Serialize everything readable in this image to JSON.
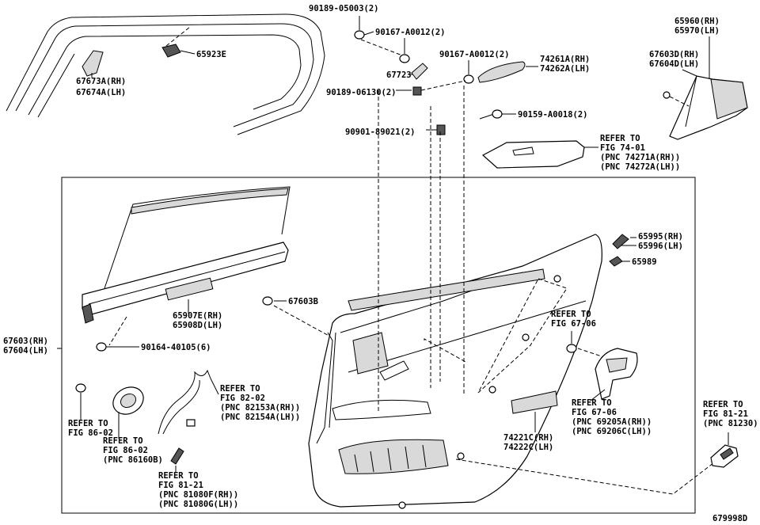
{
  "diagram_id": "679998D",
  "labels": {
    "p90189_05003": "90189-05003(2)",
    "p90167_a0012_a": "90167-A0012(2)",
    "p90167_a0012_b": "90167-A0012(2)",
    "p67723": "67723",
    "p74261a": "74261A(RH)",
    "p74262a": "74262A(LH)",
    "p90189_06130": "90189-06130(2)",
    "p90159_a0018": "90159-A0018(2)",
    "p90901_89021": "90901-89021(2)",
    "p65960": "65960(RH)",
    "p65970": "65970(LH)",
    "p67603d": "67603D(RH)",
    "p67604d": "67604D(LH)",
    "p65923e": "65923E",
    "p67673a": "67673A(RH)",
    "p67674a": "67674A(LH)",
    "ref_74_01_a": "REFER TO",
    "ref_74_01_b": "FIG 74-01",
    "ref_74_01_c": "(PNC 74271A(RH))",
    "ref_74_01_d": "(PNC 74272A(LH))",
    "p65995": "65995(RH)",
    "p65996": "65996(LH)",
    "p65989": "65989",
    "p67603b": "67603B",
    "p65907e": "65907E(RH)",
    "p65908d": "65908D(LH)",
    "p67603": "67603(RH)",
    "p67604": "67604(LH)",
    "p90164_40105": "90164-40105(6)",
    "ref_67_06a_a": "REFER TO",
    "ref_67_06a_b": "FIG 67-06",
    "ref_82_02_a": "REFER TO",
    "ref_82_02_b": "FIG 82-02",
    "ref_82_02_c": "(PNC 82153A(RH))",
    "ref_82_02_d": "(PNC 82154A(LH))",
    "ref_86_02a_a": "REFER TO",
    "ref_86_02a_b": "FIG 86-02",
    "ref_86_02b_a": "REFER TO",
    "ref_86_02b_b": "FIG 86-02",
    "ref_86_02b_c": "(PNC 86160B)",
    "ref_67_06b_a": "REFER TO",
    "ref_67_06b_b": "FIG 67-06",
    "ref_67_06b_c": "(PNC 69205A(RH))",
    "ref_67_06b_d": "(PNC 69206C(LH))",
    "p74221c": "74221C(RH)",
    "p74222c": "74222C(LH)",
    "ref_81_21a_a": "REFER TO",
    "ref_81_21a_b": "FIG 81-21",
    "ref_81_21a_c": "(PNC 81230)",
    "ref_81_21b_a": "REFER TO",
    "ref_81_21b_b": "FIG 81-21",
    "ref_81_21b_c": "(PNC 81080F(RH))",
    "ref_81_21b_d": "(PNC 81080G(LH))"
  }
}
